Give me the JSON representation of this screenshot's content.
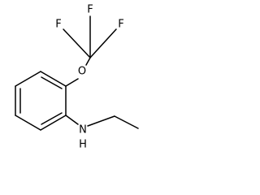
{
  "molecule": {
    "atoms": [
      {
        "id": "f_top",
        "label": "F"
      },
      {
        "id": "f_left",
        "label": "F"
      },
      {
        "id": "f_right",
        "label": "F"
      },
      {
        "id": "o",
        "label": "O"
      },
      {
        "id": "n",
        "label": "N"
      },
      {
        "id": "h",
        "label": "H"
      }
    ],
    "colors": {
      "bond": "#000000",
      "label": "#000000",
      "background": "#ffffff"
    }
  }
}
